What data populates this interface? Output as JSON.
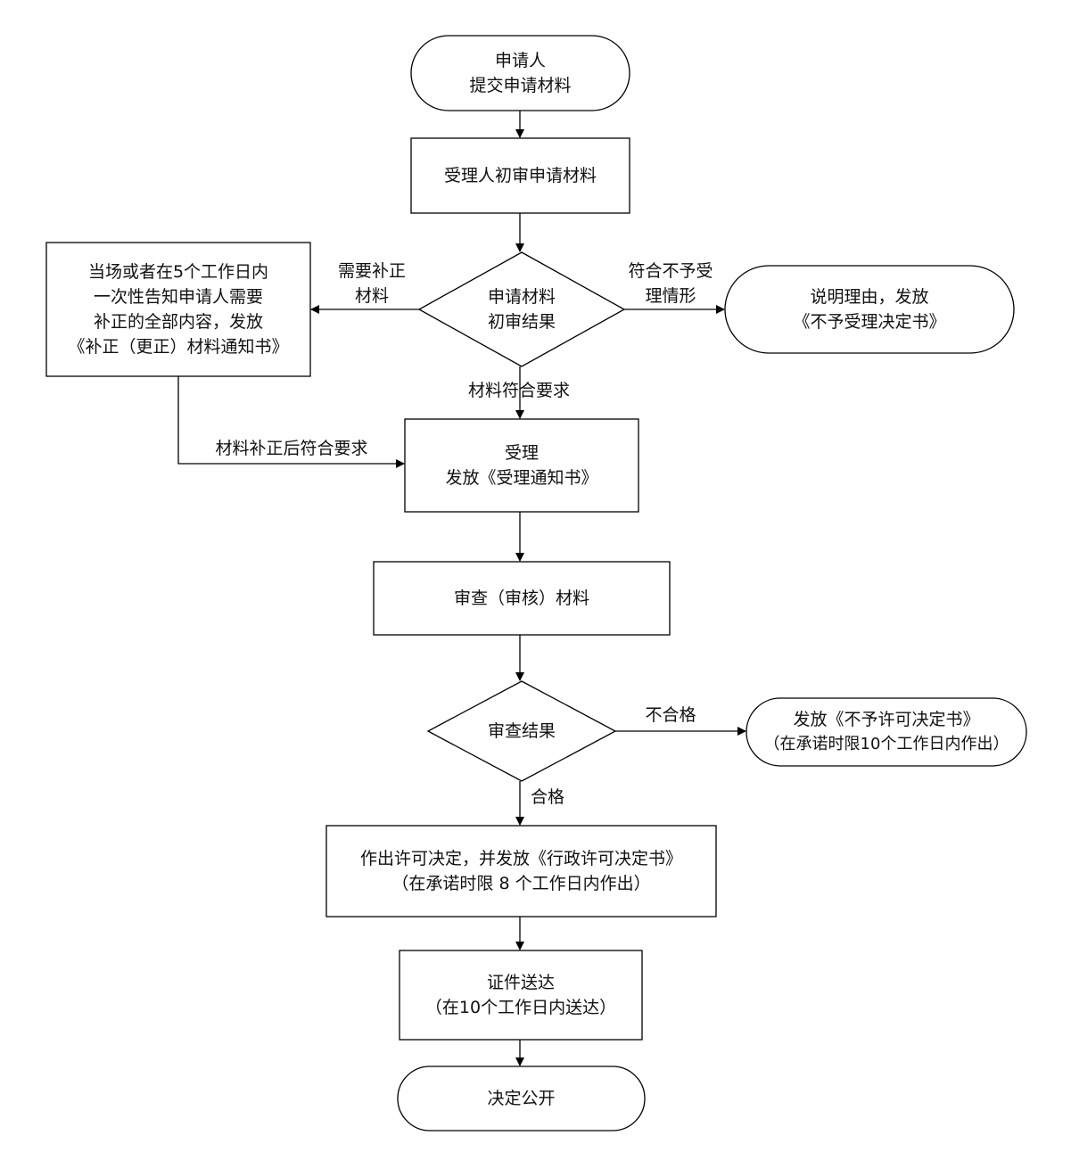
{
  "flowchart": {
    "start": {
      "line1": "申请人",
      "line2": "提交申请材料"
    },
    "initial_review": {
      "label": "受理人初审申请材料"
    },
    "review_result": {
      "line1": "申请材料",
      "line2": "初审结果"
    },
    "supplement_notice": {
      "line1": "当场或者在5个工作日内",
      "line2": "一次性告知申请人需要",
      "line3": "补正的全部内容，发放",
      "line4": "《补正（更正）材料通知书》"
    },
    "reject_accept": {
      "line1": "说明理由，发放",
      "line2": "《不予受理决定书》"
    },
    "accept": {
      "line1": "受理",
      "line2": "发放《受理通知书》"
    },
    "examine": {
      "label": "审查（审核）材料"
    },
    "exam_result": {
      "label": "审查结果"
    },
    "deny_permit": {
      "line1": "发放《不予许可决定书》",
      "line2": "（在承诺时限10个工作日内作出）"
    },
    "grant_permit": {
      "line1": "作出许可决定，并发放《行政许可决定书》",
      "line2": "（在承诺时限 8 个工作日内作出）"
    },
    "delivery": {
      "line1": "证件送达",
      "line2": "（在10个工作日内送达）"
    },
    "publish": {
      "label": "决定公开"
    }
  },
  "edge_labels": {
    "needs_supplement_1": "需要补正",
    "needs_supplement_2": "材料",
    "meets_no_accept_1": "符合不予受",
    "meets_no_accept_2": "理情形",
    "meets_requirements": "材料符合要求",
    "after_supplement": "材料补正后符合要求",
    "unqualified": "不合格",
    "qualified": "合格"
  }
}
